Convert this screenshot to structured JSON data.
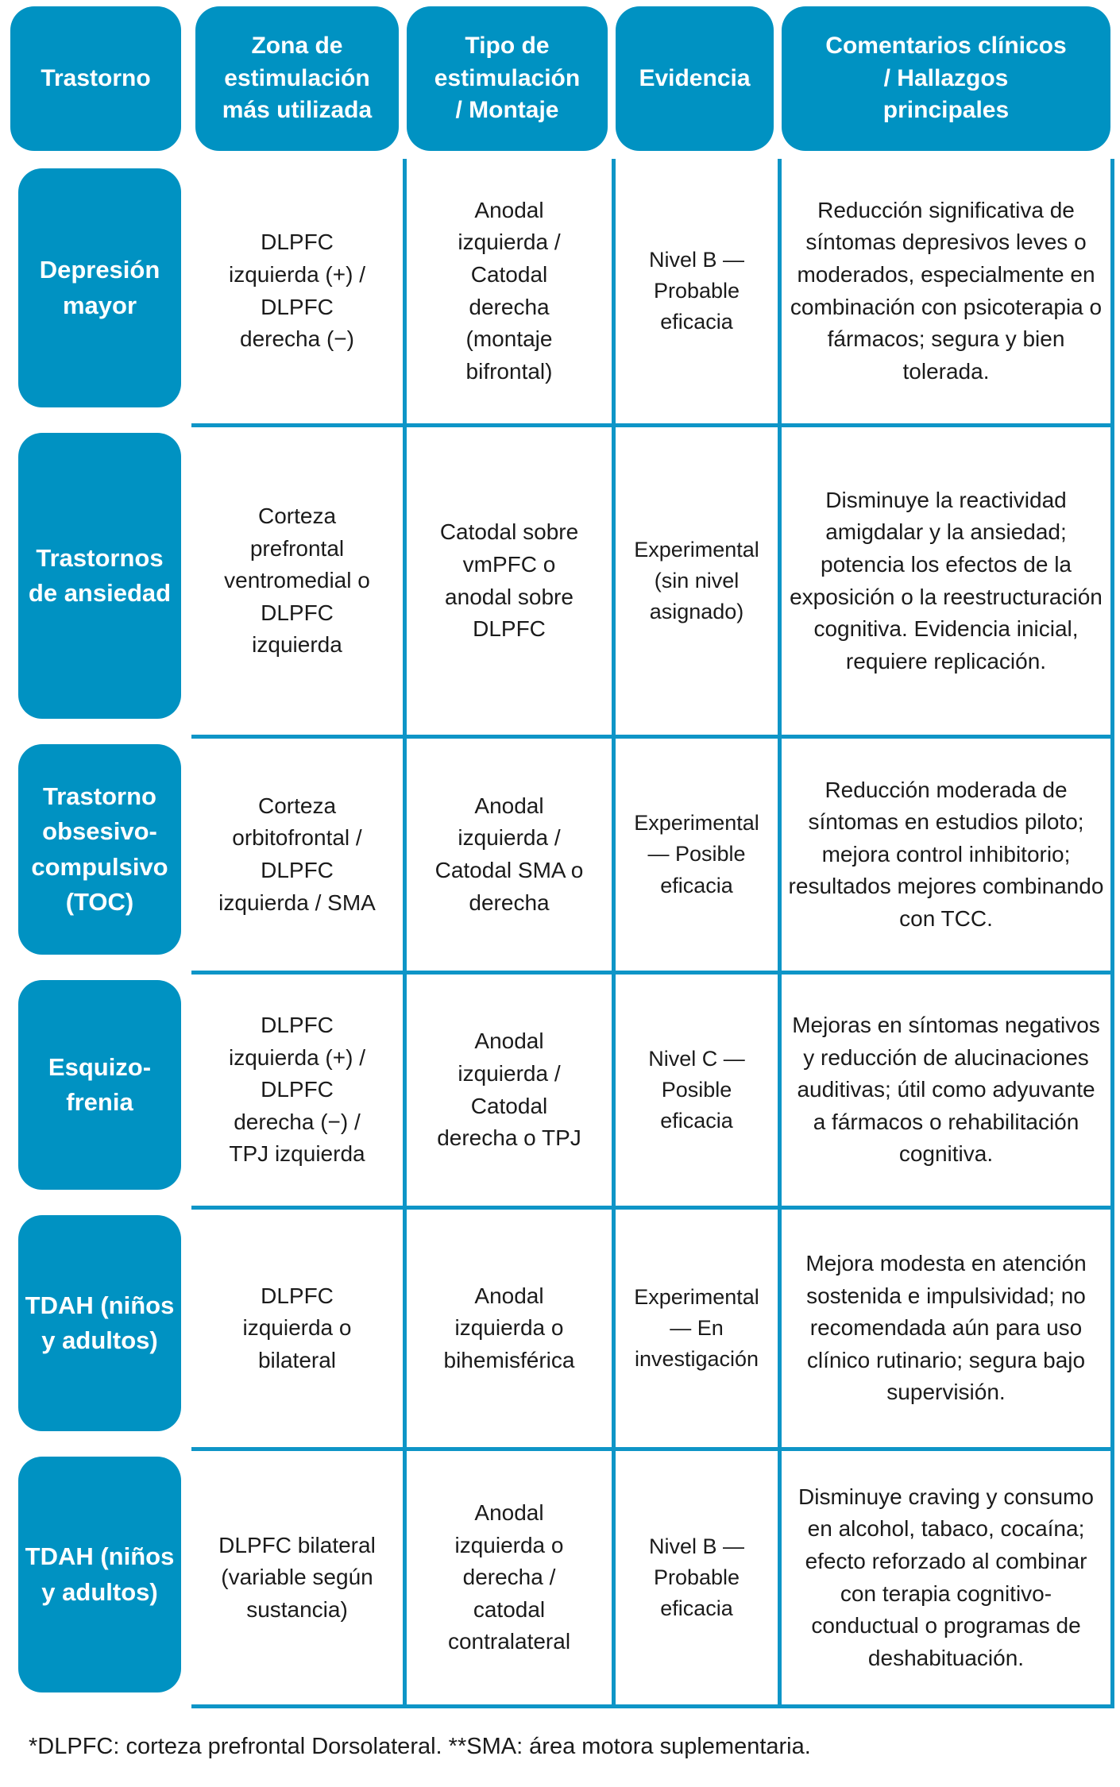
{
  "table": {
    "columns": [
      "Trastorno",
      "Zona de\nestimulación\nmás utilizada",
      "Tipo de\nestimulación\n/ Montaje",
      "Evidencia",
      "Comentarios clínicos\n/ Hallazgos\nprincipales"
    ],
    "rows": [
      {
        "trastorno": "Depresión mayor",
        "zona": "DLPFC izquierda (+) / DLPFC derecha (−)",
        "tipo": "Anodal izquierda / Catodal derecha (montaje bifrontal)",
        "evidencia": "Nivel B — Probable eficacia",
        "comentarios": "Reducción significativa de síntomas depresivos leves o moderados, especialmente en combinación con psicoterapia o fármacos; segura y bien tolerada."
      },
      {
        "trastorno": "Trastornos de ansiedad",
        "zona": "Corteza prefrontal ventromedial o DLPFC izquierda",
        "tipo": "Catodal sobre vmPFC o anodal sobre DLPFC",
        "evidencia": "Experimental (sin nivel asignado)",
        "comentarios": "Disminuye la reactividad amigdalar y la ansiedad; potencia los efectos de la exposición o la reestructuración cognitiva. Evidencia inicial, requiere replicación."
      },
      {
        "trastorno": "Trastorno obsesivo-compulsivo (TOC)",
        "zona": "Corteza orbitofrontal / DLPFC izquierda / SMA",
        "tipo": "Anodal izquierda / Catodal SMA o derecha",
        "evidencia": "Experimental — Posible eficacia",
        "comentarios": "Reducción moderada de síntomas en estudios piloto; mejora control inhibitorio; resultados mejores combinando con TCC."
      },
      {
        "trastorno": "Esquizo-frenia",
        "zona": "DLPFC izquierda (+) / DLPFC derecha (−) / TPJ izquierda",
        "tipo": "Anodal izquierda / Catodal derecha o TPJ",
        "evidencia": "Nivel C — Posible eficacia",
        "comentarios": "Mejoras en síntomas negativos y reducción de alucinaciones auditivas; útil como adyuvante a fármacos o rehabilitación cognitiva."
      },
      {
        "trastorno": "TDAH (niños y adultos)",
        "zona": "DLPFC izquierda o bilateral",
        "tipo": "Anodal izquierda o bihemisférica",
        "evidencia": "Experimental — En investigación",
        "comentarios": "Mejora modesta en atención sostenida e impulsividad; no recomendada aún para uso clínico rutinario; segura bajo supervisión."
      },
      {
        "trastorno": "TDAH (niños y adultos)",
        "zona": "DLPFC bilateral (variable según sustancia)",
        "tipo": "Anodal izquierda o derecha / catodal contralateral",
        "evidencia": "Nivel B — Probable eficacia",
        "comentarios": "Disminuye craving y consumo en alcohol, tabaco, cocaína; efecto reforzado al combinar con terapia cognitivo-conductual o programas de deshabituación."
      }
    ],
    "footnote": "*DLPFC: corteza prefrontal Dorsolateral. **SMA: área motora suplementaria.",
    "colors": {
      "teal": "#0092c2",
      "line": "#0e95c7",
      "text": "#1b1b1b",
      "background": "#ffffff"
    }
  }
}
